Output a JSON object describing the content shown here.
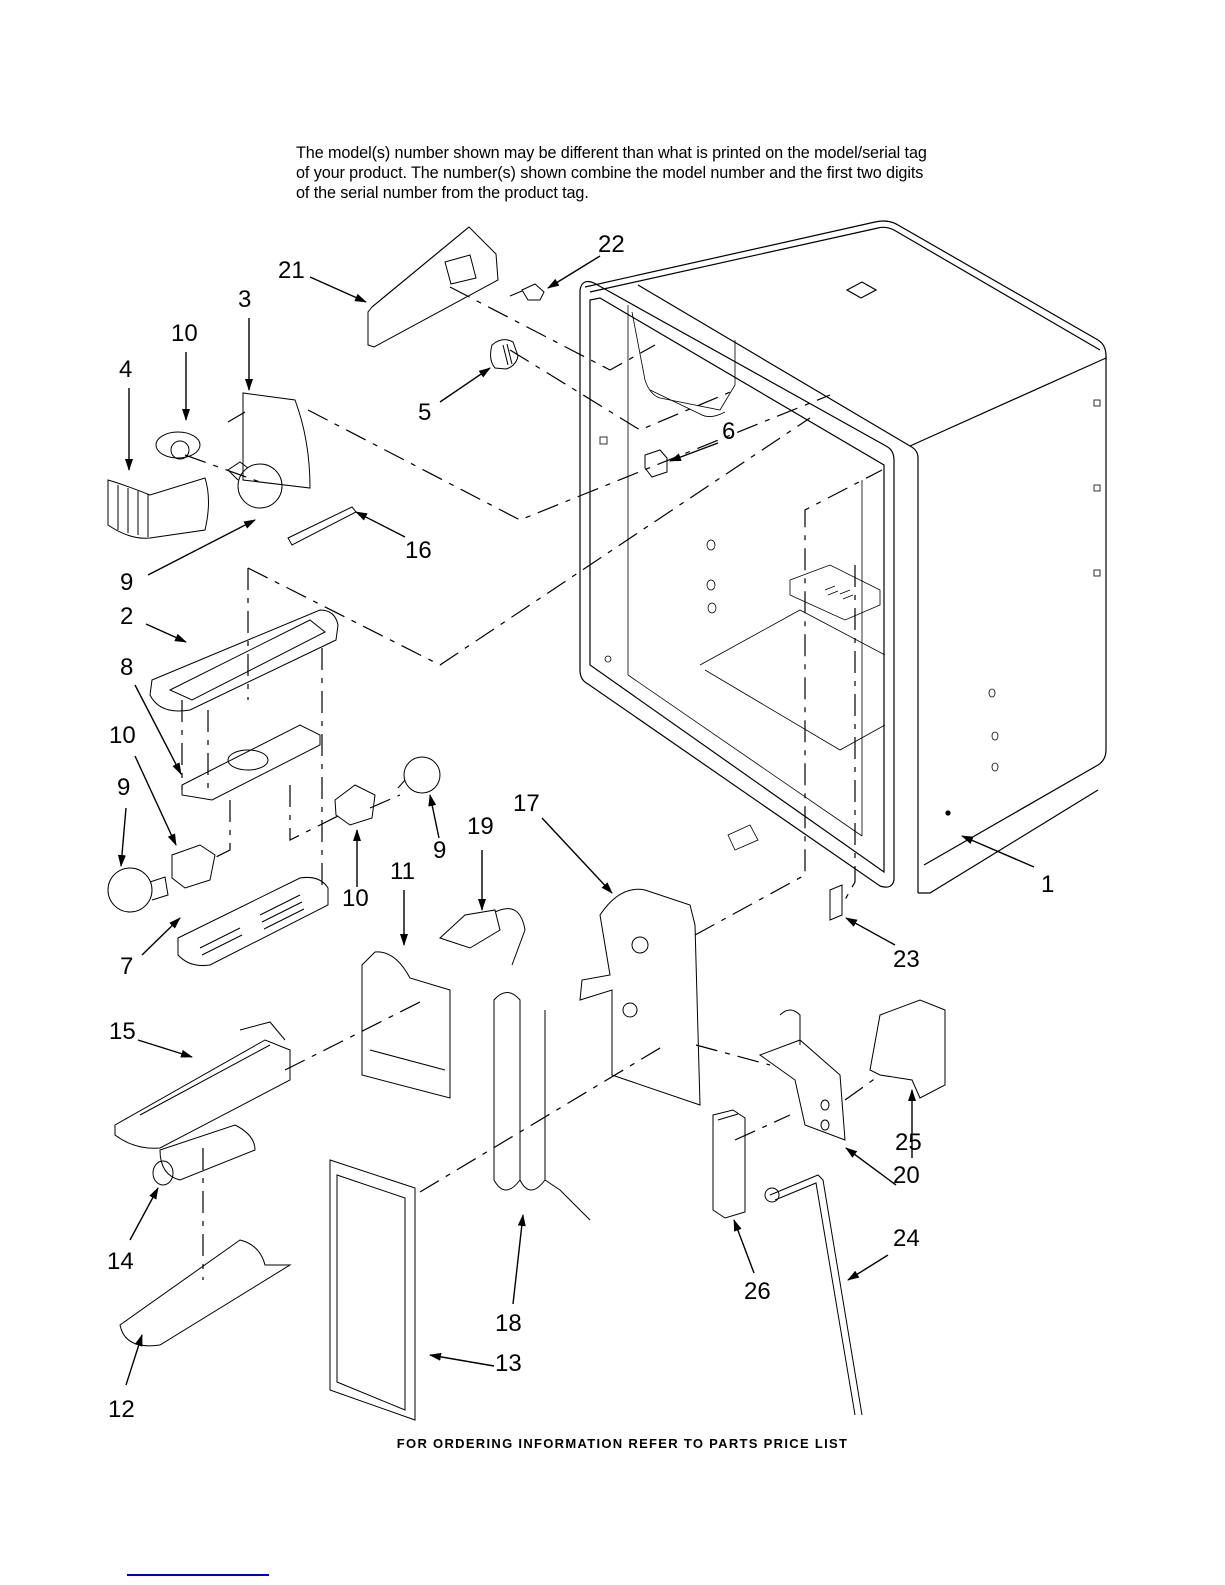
{
  "header": {
    "disclaimer": "The model(s) number shown may be different than what is printed on the model/serial tag of your product. The number(s) shown combine the model number and the first two digits of the serial number from the product tag."
  },
  "footer": {
    "ordering_note": "FOR ORDERING INFORMATION REFER TO PARTS PRICE LIST",
    "link_color": "#0000cc"
  },
  "diagram": {
    "callouts": [
      {
        "id": "c21",
        "label": "21"
      },
      {
        "id": "c22",
        "label": "22"
      },
      {
        "id": "c3",
        "label": "3"
      },
      {
        "id": "c10a",
        "label": "10"
      },
      {
        "id": "c4",
        "label": "4"
      },
      {
        "id": "c5",
        "label": "5"
      },
      {
        "id": "c6",
        "label": "6"
      },
      {
        "id": "c16",
        "label": "16"
      },
      {
        "id": "c9a",
        "label": "9"
      },
      {
        "id": "c2",
        "label": "2"
      },
      {
        "id": "c8",
        "label": "8"
      },
      {
        "id": "c10b",
        "label": "10"
      },
      {
        "id": "c9b",
        "label": "9"
      },
      {
        "id": "c9c",
        "label": "9"
      },
      {
        "id": "c10c",
        "label": "10"
      },
      {
        "id": "c19",
        "label": "19"
      },
      {
        "id": "c17",
        "label": "17"
      },
      {
        "id": "c11",
        "label": "11"
      },
      {
        "id": "c1",
        "label": "1"
      },
      {
        "id": "c23",
        "label": "23"
      },
      {
        "id": "c7",
        "label": "7"
      },
      {
        "id": "c15",
        "label": "15"
      },
      {
        "id": "c25",
        "label": "25"
      },
      {
        "id": "c20",
        "label": "20"
      },
      {
        "id": "c24",
        "label": "24"
      },
      {
        "id": "c26",
        "label": "26"
      },
      {
        "id": "c14",
        "label": "14"
      },
      {
        "id": "c18",
        "label": "18"
      },
      {
        "id": "c13",
        "label": "13"
      },
      {
        "id": "c12",
        "label": "12"
      }
    ]
  }
}
